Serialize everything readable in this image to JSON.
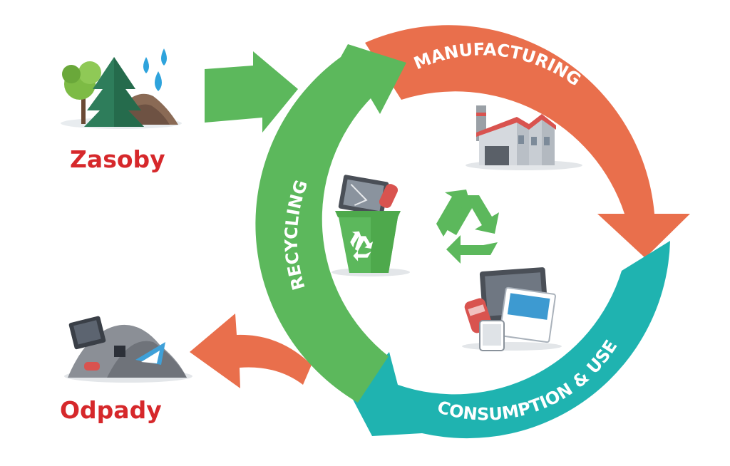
{
  "labels": {
    "resources": "Zasoby",
    "waste": "Odpady",
    "manufacturing": "MANUFACTURING",
    "consumption": "CONSUMPTION & USE",
    "recycling": "RECYCLING"
  },
  "colors": {
    "label_red": "#d6282b",
    "manufacturing": "#e96f4c",
    "consumption": "#1fb3b0",
    "recycling": "#5cb85c",
    "waste_arrow": "#e96f4c",
    "input_arrow": "#5cb85c"
  },
  "icons": {
    "resources": "nature-resources-icon",
    "waste": "waste-pile-icon",
    "factory": "factory-icon",
    "devices": "electronic-devices-icon",
    "bin": "recycling-bin-icon",
    "center": "recycle-symbol-icon"
  }
}
